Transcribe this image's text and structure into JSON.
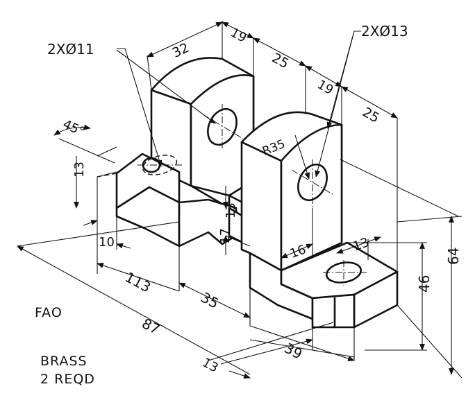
{
  "notes": {
    "finish": "FAO",
    "material": "BRASS",
    "quantity": "2 REQD"
  },
  "callouts": {
    "hole_small": "2XØ11",
    "hole_large": "2XØ13",
    "radius": "R35",
    "angle": "45°"
  },
  "dimensions": {
    "d32": "32",
    "d19_top": "19",
    "d25_top": "25",
    "d19_mid": "19",
    "d25_mid": "25",
    "d13_left": "13",
    "d10": "10",
    "d13_center": "13",
    "d17": "17",
    "d16": "16",
    "d13_right": "13",
    "d113": "113",
    "d35": "35",
    "d87": "87",
    "d13_bottom": "13",
    "d39": "39",
    "d46": "46",
    "d64": "64"
  }
}
